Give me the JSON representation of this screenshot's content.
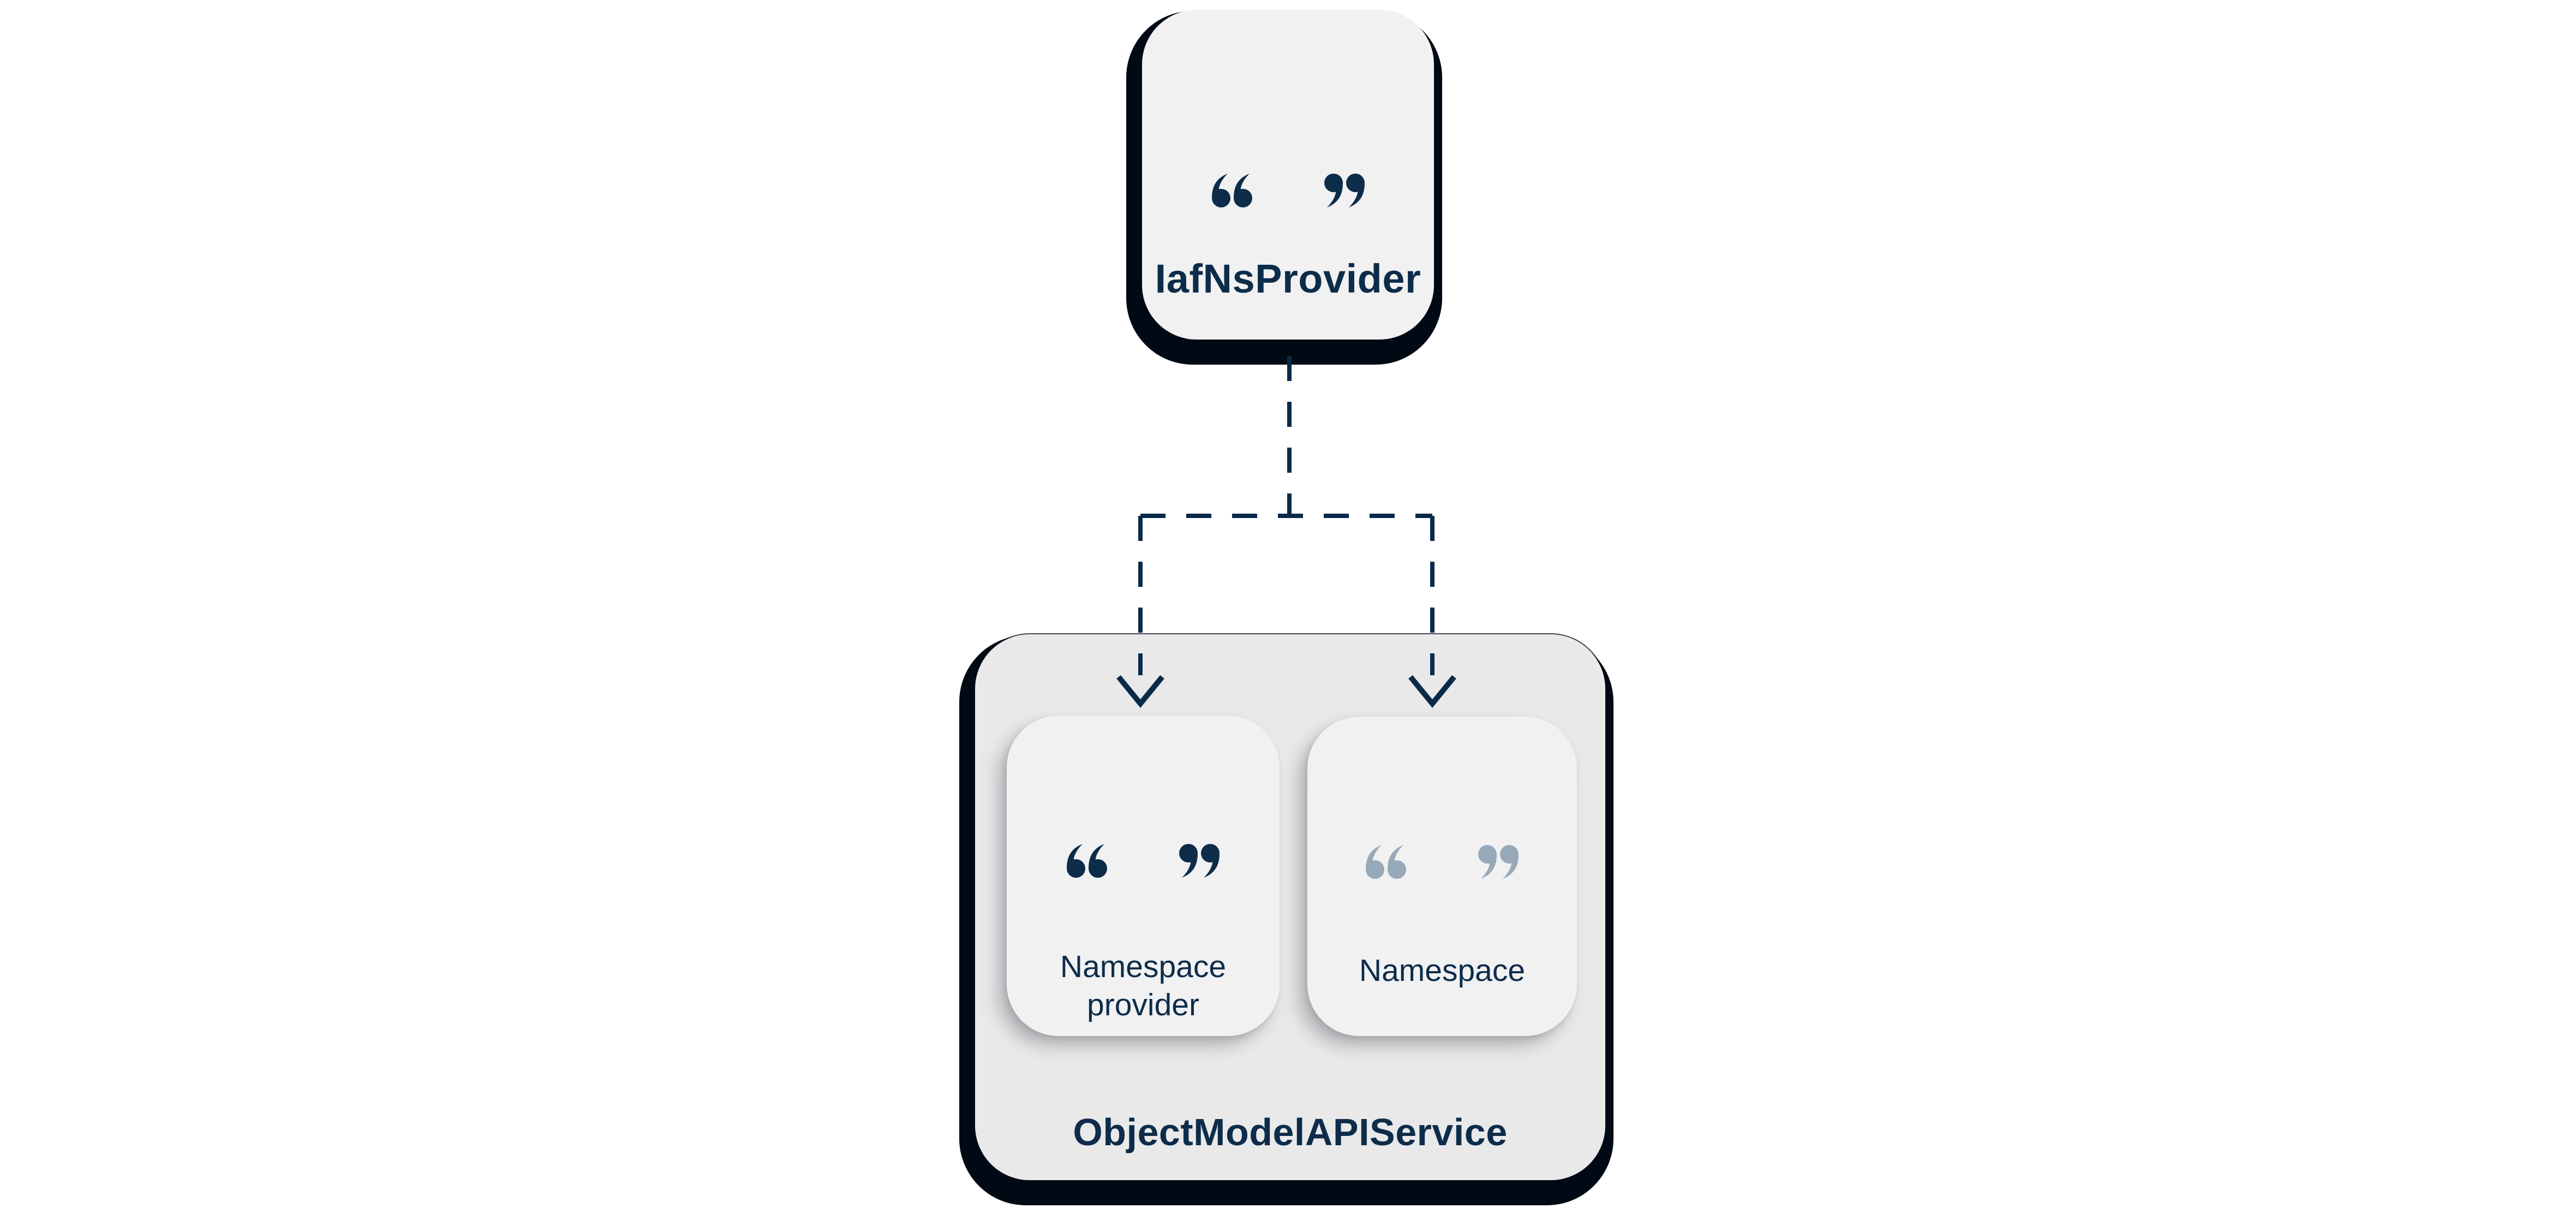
{
  "diagram": {
    "top_node": {
      "label": "IafNsProvider"
    },
    "service_node": {
      "label": "ObjectModelAPIService",
      "children": [
        {
          "label": "Namespace provider",
          "quote_tone": "dark"
        },
        {
          "label": "Namespace",
          "quote_tone": "muted"
        }
      ]
    }
  },
  "palette": {
    "navy": "#0d2c4a",
    "line_navy": "#0a2a49",
    "muted_quote": "#97a9b9",
    "card_bg": "#f1f1f2",
    "container_bg": "#e9e9ea",
    "shadow": "#010a14",
    "page_bg": "#ffffff"
  },
  "icons": {
    "open_quote": "open-quote",
    "close_quote": "close-quote",
    "arrow": "chevron-down-arrow"
  }
}
